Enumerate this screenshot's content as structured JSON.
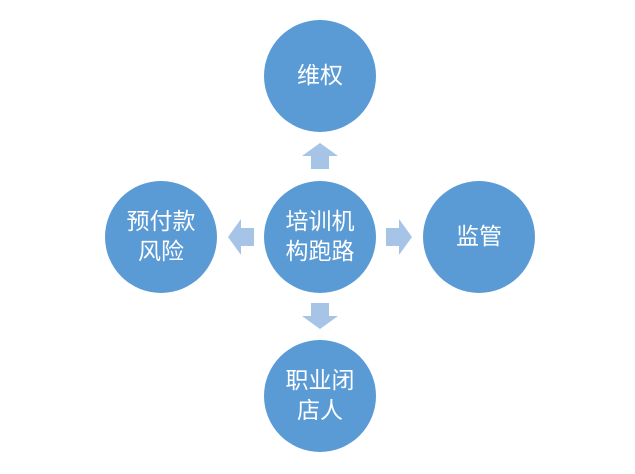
{
  "colors": {
    "node_fill": "#5b9bd5",
    "arrow_fill": "#a6c4e6",
    "label": "#ffffff"
  },
  "nodes": {
    "center": {
      "label": "培训机\n构跑路"
    },
    "top": {
      "label": "维权"
    },
    "right": {
      "label": "监管"
    },
    "left": {
      "label": "预付款\n风险"
    },
    "bottom": {
      "label": "职业闭\n店人"
    }
  },
  "arrows": [
    {
      "direction": "up",
      "icon": "arrow-up-icon"
    },
    {
      "direction": "right",
      "icon": "arrow-right-icon"
    },
    {
      "direction": "left",
      "icon": "arrow-left-icon"
    },
    {
      "direction": "down",
      "icon": "arrow-down-icon"
    }
  ]
}
